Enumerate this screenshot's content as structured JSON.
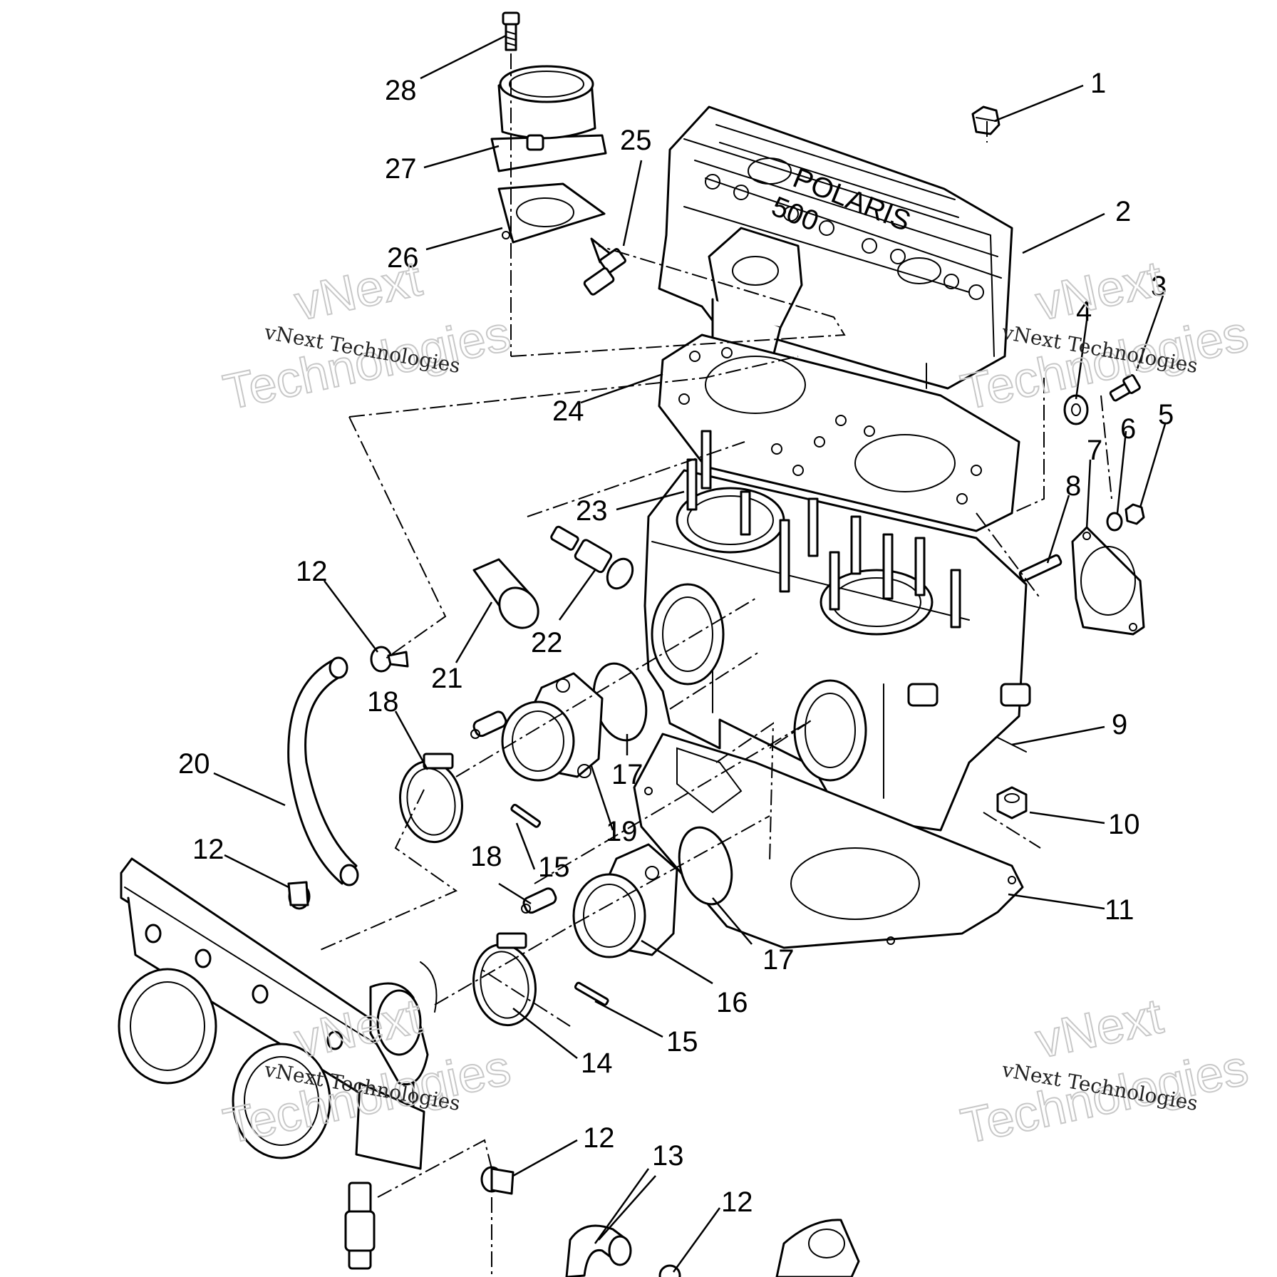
{
  "diagram": {
    "callouts": [
      {
        "id": "c1",
        "label": "1"
      },
      {
        "id": "c2",
        "label": "2"
      },
      {
        "id": "c3",
        "label": "3"
      },
      {
        "id": "c4",
        "label": "4"
      },
      {
        "id": "c5",
        "label": "5"
      },
      {
        "id": "c6",
        "label": "6"
      },
      {
        "id": "c7",
        "label": "7"
      },
      {
        "id": "c8",
        "label": "8"
      },
      {
        "id": "c9",
        "label": "9"
      },
      {
        "id": "c10",
        "label": "10"
      },
      {
        "id": "c11",
        "label": "11"
      },
      {
        "id": "c12a",
        "label": "12"
      },
      {
        "id": "c12b",
        "label": "12"
      },
      {
        "id": "c12c",
        "label": "12"
      },
      {
        "id": "c12d",
        "label": "12"
      },
      {
        "id": "c13",
        "label": "13"
      },
      {
        "id": "c14",
        "label": "14"
      },
      {
        "id": "c15a",
        "label": "15"
      },
      {
        "id": "c15b",
        "label": "15"
      },
      {
        "id": "c16",
        "label": "16"
      },
      {
        "id": "c17a",
        "label": "17"
      },
      {
        "id": "c17b",
        "label": "17"
      },
      {
        "id": "c18a",
        "label": "18"
      },
      {
        "id": "c18b",
        "label": "18"
      },
      {
        "id": "c19",
        "label": "19"
      },
      {
        "id": "c20",
        "label": "20"
      },
      {
        "id": "c21",
        "label": "21"
      },
      {
        "id": "c22",
        "label": "22"
      },
      {
        "id": "c23",
        "label": "23"
      },
      {
        "id": "c24",
        "label": "24"
      },
      {
        "id": "c25",
        "label": "25"
      },
      {
        "id": "c26",
        "label": "26"
      },
      {
        "id": "c27",
        "label": "27"
      },
      {
        "id": "c28",
        "label": "28"
      }
    ],
    "cylinder_head_text": "POLARIS",
    "cylinder_head_model": "500"
  },
  "watermark": {
    "small_text": "vNext Technologies",
    "big_line1": "vNext",
    "big_line2": "Technologies"
  }
}
